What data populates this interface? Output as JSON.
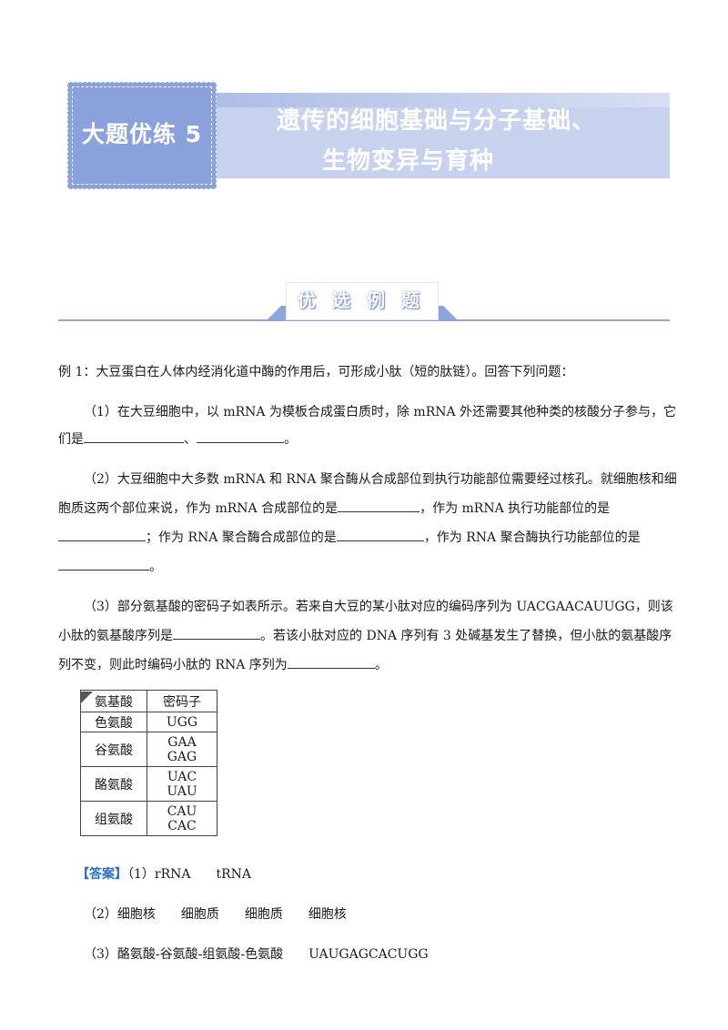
{
  "banner": {
    "label": "大题优练 5",
    "title_line1": "遗传的细胞基础与分子基础、",
    "title_line2": "生物变异与育种"
  },
  "section": {
    "heading": "优选例题"
  },
  "question": {
    "stem": "例 1：大豆蛋白在人体内经消化道中酶的作用后，可形成小肽（短的肽链）。回答下列问题：",
    "q1_line1": "（1）在大豆细胞中，以 mRNA 为模板合成蛋白质时，除 mRNA 外还需要其他种类的核酸分子参与，它",
    "q1_line2_a": "们是",
    "q1_line2_sep": "、",
    "q1_line2_end": "。",
    "q2_line1": "（2）大豆细胞中大多数 mRNA 和 RNA 聚合酶从合成部位到执行功能部位需要经过核孔。就细胞核和细",
    "q2_line2_a": "胞质这两个部位来说，作为 mRNA 合成部位的是",
    "q2_line2_b": "，作为 mRNA 执行功能部位的是",
    "q2_line3_a": "；作为 RNA 聚合酶合成部位的是",
    "q2_line3_b": "，作为 RNA 聚合酶执行功能部位的是",
    "q2_line4_end": "。",
    "q3_line1": "（3）部分氨基酸的密码子如表所示。若来自大豆的某小肽对应的编码序列为 UACGAACAUUGG，则该",
    "q3_line2_a": "小肽的氨基酸序列是",
    "q3_line2_b": "。若该小肽对应的 DNA 序列有 3 处碱基发生了替换，但小肽的氨基酸序",
    "q3_line3_a": "列不变，则此时编码小肽的 RNA 序列为",
    "q3_line3_end": "。"
  },
  "codon_table": {
    "headers": [
      "氨基酸",
      "密码子"
    ],
    "rows": [
      {
        "amino": "色氨酸",
        "codons": [
          "UGG"
        ]
      },
      {
        "amino": "谷氨酸",
        "codons": [
          "GAA",
          "GAG"
        ]
      },
      {
        "amino": "酪氨酸",
        "codons": [
          "UAC",
          "UAU"
        ]
      },
      {
        "amino": "组氨酸",
        "codons": [
          "CAU",
          "CAC"
        ]
      }
    ]
  },
  "answer": {
    "key": "【答案】",
    "a1_num": "（1）",
    "a1_v1": "rRNA",
    "a1_v2": "tRNA",
    "a2_num": "（2）",
    "a2_v1": "细胞核",
    "a2_v2": "细胞质",
    "a2_v3": "细胞质",
    "a2_v4": "细胞核",
    "a3_num": "（3）",
    "a3_v1": "酪氨酸-谷氨酸-组氨酸-色氨酸",
    "a3_v2": "UAUGAGCACUGG"
  }
}
